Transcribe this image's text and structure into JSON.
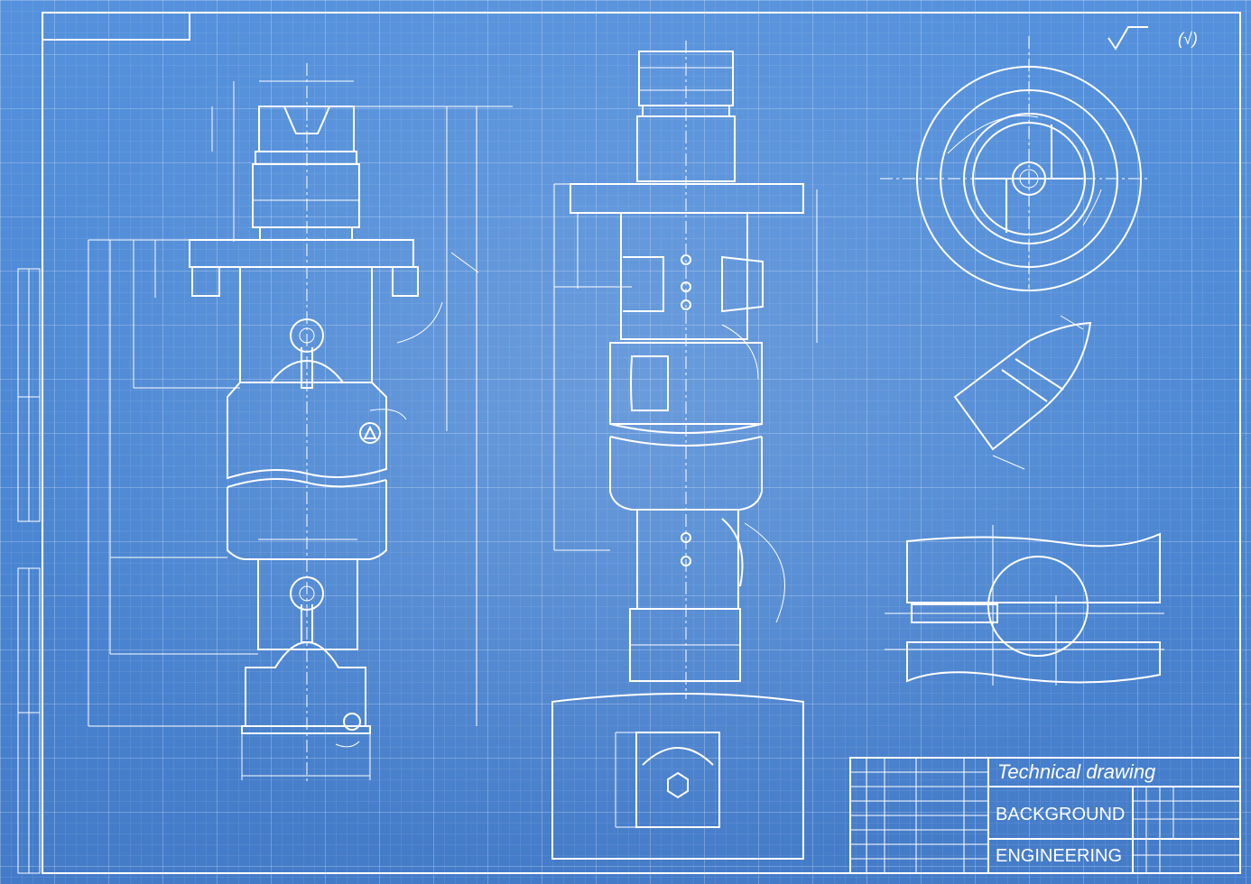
{
  "title_block": {
    "title": "Technical drawing",
    "line2": "BACKGROUND",
    "line3": "ENGINEERING"
  },
  "roughness_mark": "(√)",
  "colors": {
    "background": "#4a86d4",
    "lines": "#ffffff"
  }
}
